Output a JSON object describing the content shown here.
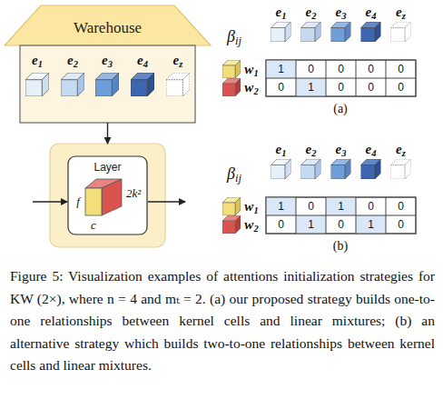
{
  "diagram": {
    "caption": "Figure 5: Visualization examples of attentions initialization strategies for KW (2×), where n = 4 and mₜ = 2. (a) our proposed strategy builds one-to-one relationships between kernel cells and linear mixtures; (b) an alternative strategy which builds two-to-one relationships between kernel cells and linear mixtures.",
    "nodes": [
      {
        "text": [
          "Warehouse"
        ]
      },
      {
        "text": [
          "Layer"
        ]
      }
    ],
    "edges": [
      {
        "from": 0,
        "to": 1,
        "arrow": "to"
      }
    ],
    "labels": [
      "e1",
      "e2",
      "e3",
      "e4",
      "ez",
      "f",
      "c",
      "2k²",
      "βij",
      "e1",
      "e2",
      "e3",
      "e4",
      "ez",
      "w1",
      "w2",
      "1",
      "0",
      "0",
      "0",
      "0",
      "0",
      "1",
      "0",
      "0",
      "0",
      "(a)",
      "βij",
      "e1",
      "e2",
      "e3",
      "e4",
      "ez",
      "w1",
      "w2",
      "1",
      "0",
      "1",
      "0",
      "0",
      "0",
      "1",
      "0",
      "1",
      "0",
      "(b)"
    ]
  }
}
